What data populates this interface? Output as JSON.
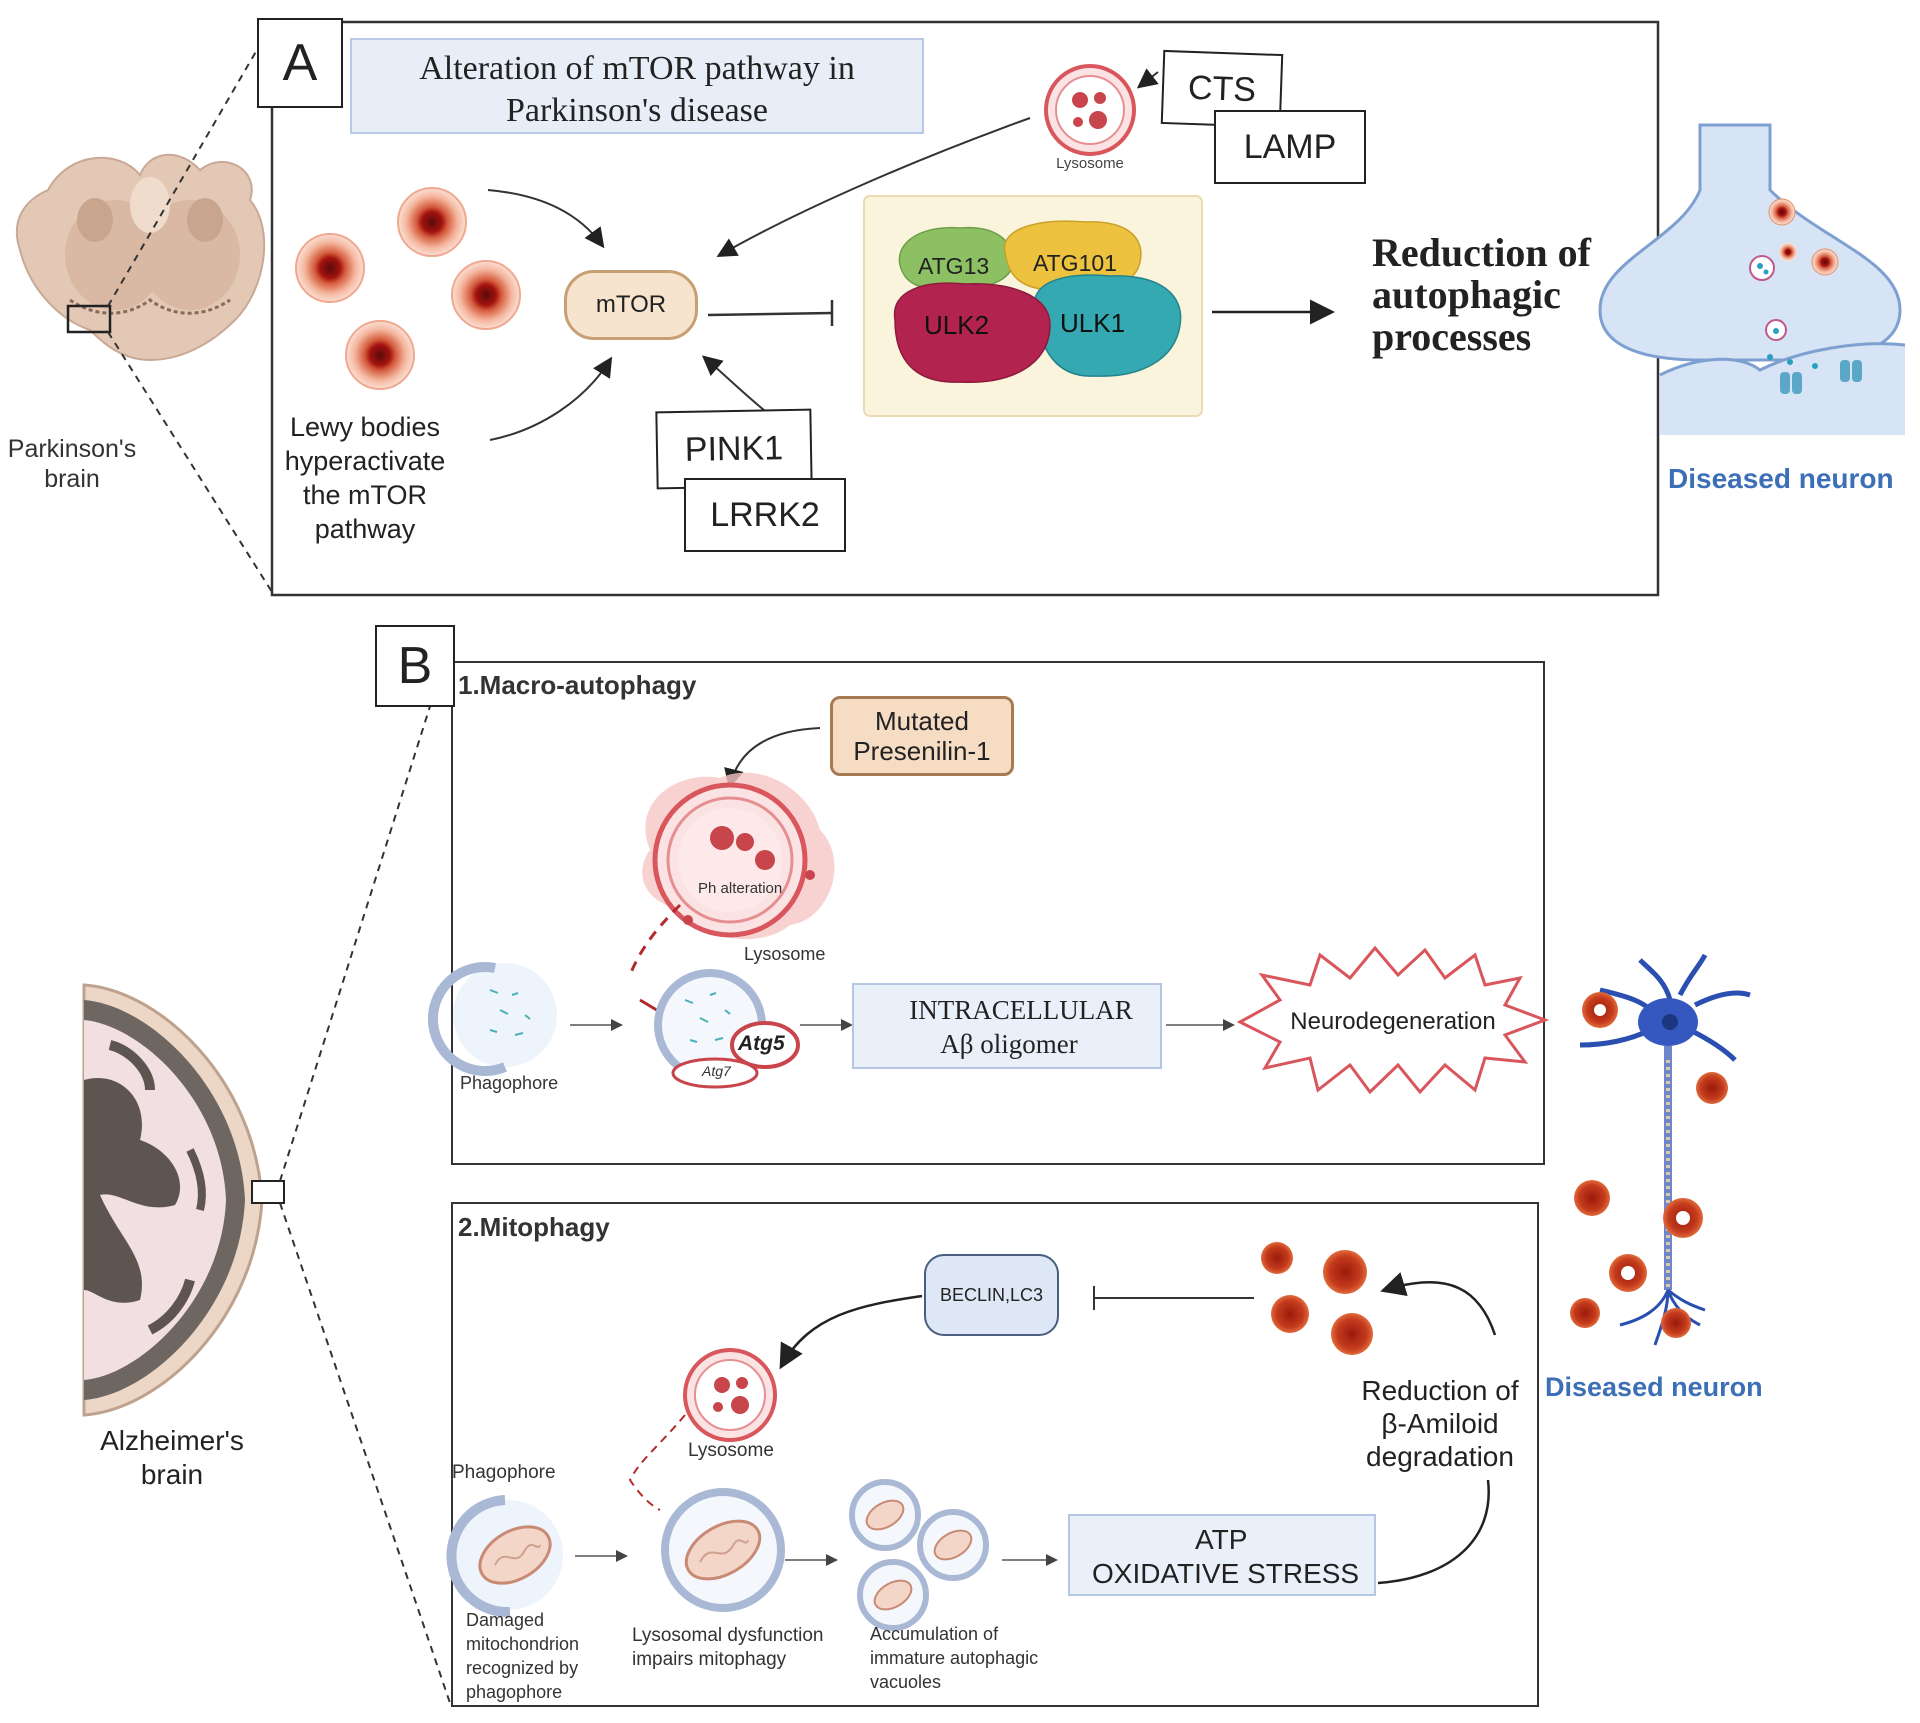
{
  "panel_a": {
    "letter": "A",
    "title_line1": "Alteration of mTOR pathway in",
    "title_line2": "Parkinson's disease",
    "lysosome_label": "Lysosome",
    "cts": "CTS",
    "lamp": "LAMP",
    "mtor": "mTOR",
    "atg13": "ATG13",
    "atg101": "ATG101",
    "ulk2": "ULK2",
    "ulk1": "ULK1",
    "result_line1": "Reduction of",
    "result_line2": "autophagic",
    "result_line3": "processes",
    "lewy_line1": "Lewy bodies",
    "lewy_line2": "hyperactivate",
    "lewy_line3": "the mTOR",
    "lewy_line4": "pathway",
    "pink1": "PINK1",
    "lrrk2": "LRRK2",
    "brain_line1": "Parkinson's",
    "brain_line2": "brain",
    "neuron_label": "Diseased neuron"
  },
  "panel_b": {
    "letter": "B",
    "brain_line1": "Alzheimer's",
    "brain_line2": "brain",
    "neuron_label": "Diseased neuron",
    "macro": {
      "title": "1.Macro-autophagy",
      "presenilin_line1": "Mutated",
      "presenilin_line2": "Presenilin-1",
      "ph_alteration": "Ph alteration",
      "lysosome": "Lysosome",
      "phagophore": "Phagophore",
      "atg5": "Atg5",
      "atg7": "Atg7",
      "intracellular": "INTRACELLULAR",
      "oligomer": "Aβ oligomer",
      "neurodegeneration": "Neurodegeneration"
    },
    "mito": {
      "title": "2.Mitophagy",
      "beclin": "BECLIN,LC3",
      "lysosome": "Lysosome",
      "phagophore": "Phagophore",
      "damaged_line1": "Damaged",
      "damaged_line2": "mitochondrion",
      "damaged_line3": "recognized by",
      "damaged_line4": "phagophore",
      "lyso_dys_line1": "Lysosomal dysfunction",
      "lyso_dys_line2": "impairs mitophagy",
      "accum_line1": "Accumulation of",
      "accum_line2": "immature autophagic",
      "accum_line3": "vacuoles",
      "atp": "ATP",
      "oxidative": "OXIDATIVE STRESS",
      "reduction_line1": "Reduction of",
      "reduction_line2": "β-Amiloid",
      "reduction_line3": "degradation"
    }
  },
  "colors": {
    "lysosome_red": "#c8454b",
    "label_blue": "#3c6fb6",
    "box_blue": "#eaf0fa",
    "mtor_fill": "#f7e4cf",
    "presenilin_fill": "#f5dcc3",
    "complex_bg": "#fbf4dc",
    "atg13": "#8cc063",
    "atg101": "#ecc23f",
    "ulk2": "#b2234f",
    "ulk1": "#35a9b2"
  }
}
